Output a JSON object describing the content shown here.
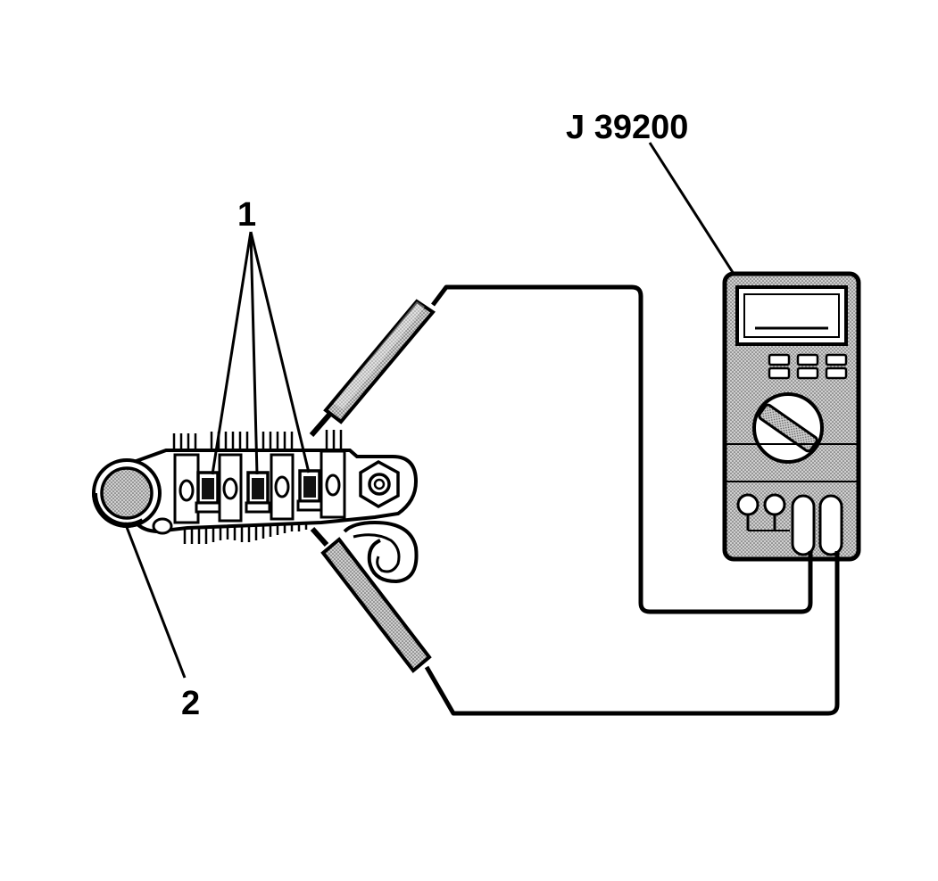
{
  "callouts": {
    "meter": "J 39200",
    "diodes": "1",
    "terminal": "2"
  },
  "colors": {
    "ink": "#000000",
    "paper": "#ffffff",
    "shade": "#bdbdbd"
  }
}
